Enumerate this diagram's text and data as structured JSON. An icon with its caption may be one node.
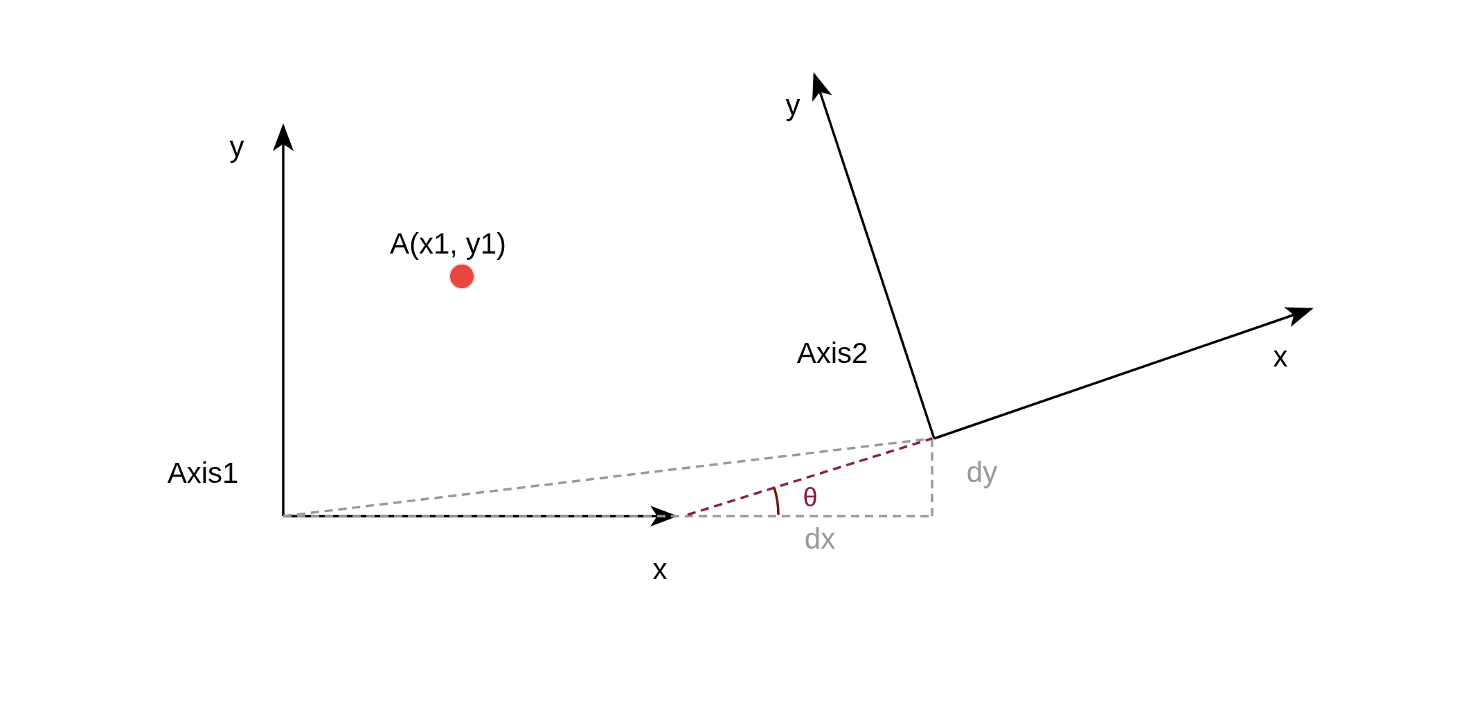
{
  "diagram": {
    "nodes": [
      {
        "text": [],
        "shape": "circle",
        "beside": [
          "A(x1, y1)"
        ]
      }
    ],
    "labels": [
      "y",
      "Axis1",
      "x",
      "y",
      "Axis2",
      "x",
      "θ",
      "dy",
      "dx"
    ]
  }
}
